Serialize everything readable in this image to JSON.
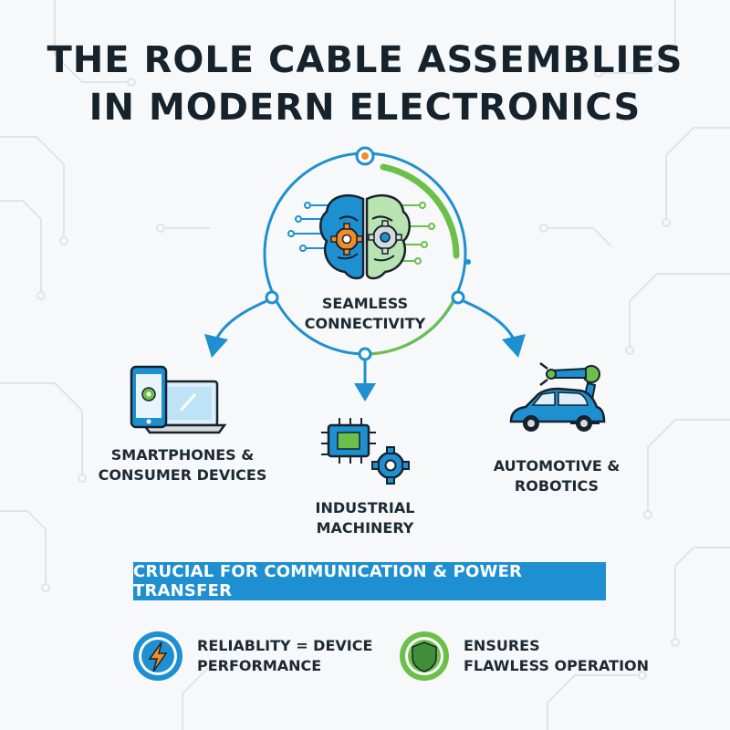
{
  "title": {
    "line1": "THE ROLE CABLE ASSEMBLIES",
    "line2": "IN MODERN ELECTRONICS"
  },
  "hub": {
    "line1": "SEAMLESS",
    "line2": "CONNECTIVITY"
  },
  "branches": [
    {
      "icon": "smartphone-laptop-icon",
      "line1": "SMARTPHONES &",
      "line2": "CONSUMER DEVICES"
    },
    {
      "icon": "chip-gear-icon",
      "line1": "INDUSTRIAL",
      "line2": "MACHINERY"
    },
    {
      "icon": "car-robot-arm-icon",
      "line1": "AUTOMOTIVE &",
      "line2": "ROBOTICS"
    }
  ],
  "banner": "CRUCIAL FOR COMMUNICATION & POWER TRANSFER",
  "features": [
    {
      "icon": "lightning-icon",
      "line1": "RELIABLITY = DEVICE",
      "line2": "PERFORMANCE"
    },
    {
      "icon": "shield-icon",
      "line1": "ENSURES",
      "line2": "FLAWLESS OPERATION"
    }
  ],
  "colors": {
    "blue": "#1e8fd0",
    "green": "#6cc04a",
    "orange": "#f28c28",
    "dark": "#16232c"
  }
}
